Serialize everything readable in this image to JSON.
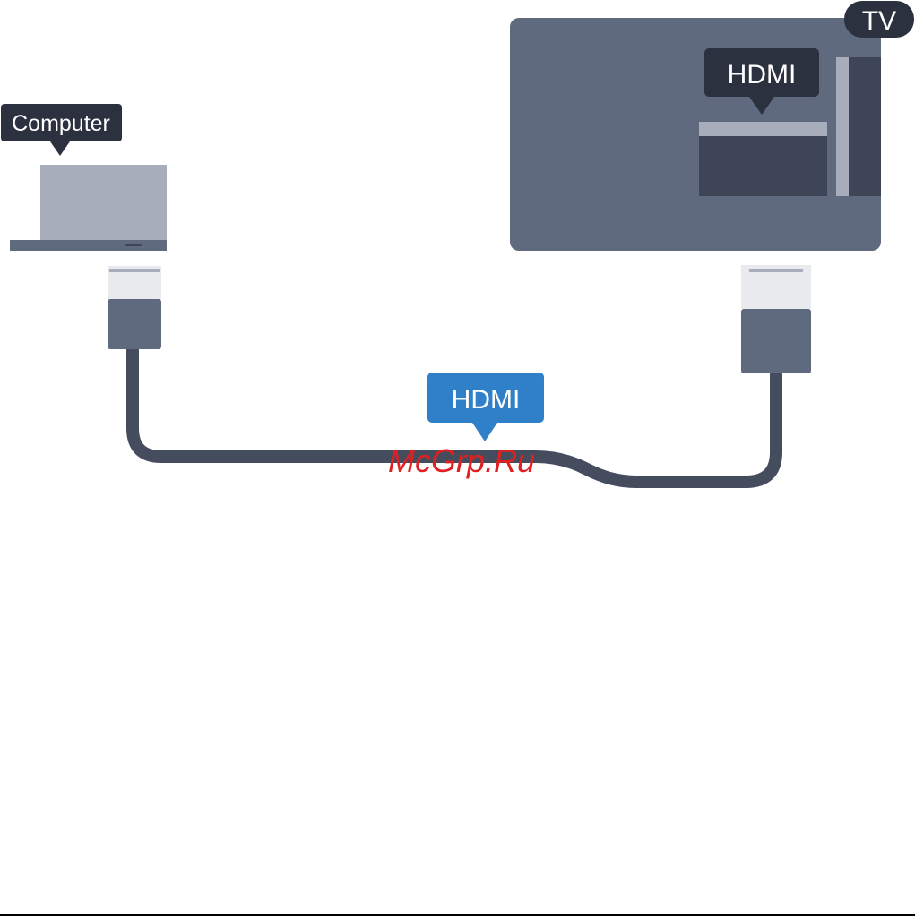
{
  "labels": {
    "tv": "TV",
    "tv_port": "HDMI",
    "computer": "Computer",
    "cable": "HDMI"
  },
  "watermark": "McGrp.Ru",
  "colors": {
    "label_dark": "#2c3140",
    "label_blue": "#2f80c8",
    "device_body": "#5f6a7e",
    "device_dark": "#3e4556",
    "laptop_screen": "#a7adba",
    "plug_light": "#e9eaee",
    "cable": "#444c5e",
    "watermark": "#e02020"
  },
  "icons": [
    "tv-icon",
    "computer-icon",
    "hdmi-plug-icon",
    "hdmi-cable-icon"
  ]
}
